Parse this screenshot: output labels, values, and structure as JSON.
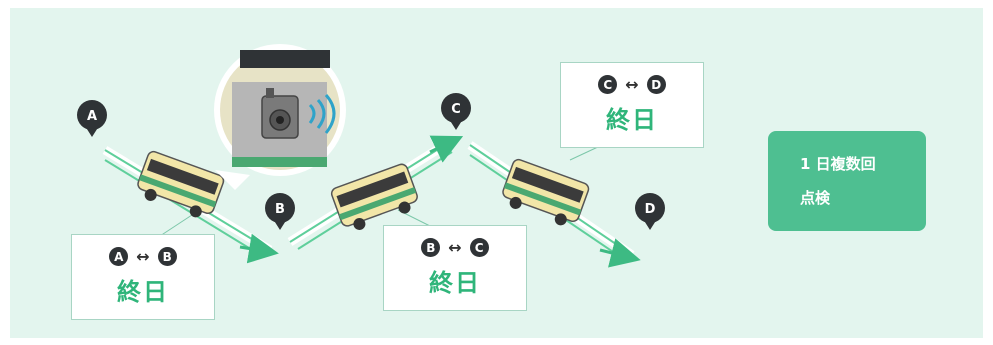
{
  "points": {
    "a": "A",
    "b": "B",
    "c": "C",
    "d": "D"
  },
  "segments": [
    {
      "from": "A",
      "to": "B",
      "label": "終日"
    },
    {
      "from": "B",
      "to": "C",
      "label": "終日"
    },
    {
      "from": "C",
      "to": "D",
      "label": "終日"
    }
  ],
  "arrow_symbol": "↔",
  "check": {
    "line1": "1 日複数回",
    "line2": "点検"
  },
  "colors": {
    "background": "#e3f5ee",
    "accent": "#2fb57a",
    "check_box": "#4ebf91",
    "pin": "#2f3336",
    "bus_body": "#f2e6a8",
    "bus_stripe": "#4aa871"
  },
  "icons": [
    "location-pin-icon",
    "bus-icon",
    "dashcam-icon",
    "wifi-signal-icon"
  ]
}
